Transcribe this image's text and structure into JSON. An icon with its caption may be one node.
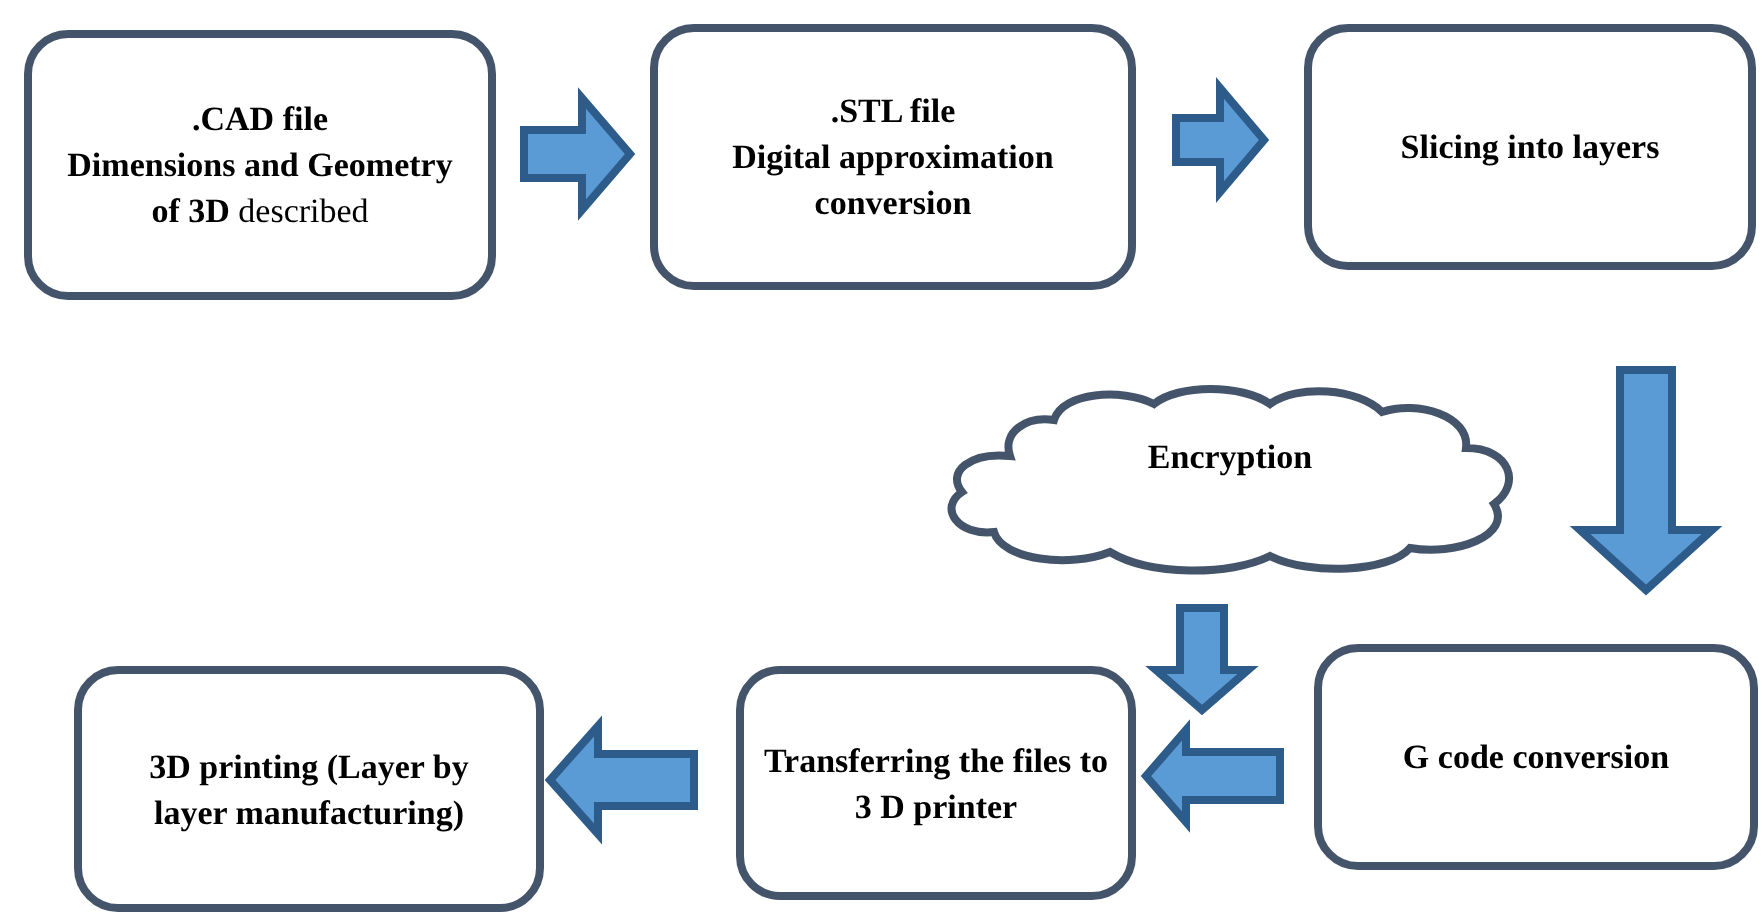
{
  "diagram": {
    "nodes": [
      {
        "text": [
          ".CAD file",
          "**Dimensions and Geometry of 3D** described"
        ]
      },
      {
        "text": [
          ".STL file",
          "Digital approximation conversion"
        ]
      },
      {
        "text": [
          "Slicing into layers"
        ]
      },
      {
        "text": [
          "Encryption"
        ]
      },
      {
        "text": [
          "G code conversion"
        ]
      },
      {
        "text": [
          "Transferring the files to 3 D printer"
        ]
      },
      {
        "text": [
          "3D printing (Layer by layer manufacturing)"
        ]
      }
    ],
    "edges": [
      {
        "from": 0,
        "to": 1,
        "arrow": "to"
      },
      {
        "from": 1,
        "to": 2,
        "arrow": "to"
      },
      {
        "from": 2,
        "to": 4,
        "arrow": "to"
      },
      {
        "from": 3,
        "to": 5,
        "arrow": "to"
      },
      {
        "from": 4,
        "to": 5,
        "arrow": "to"
      },
      {
        "from": 5,
        "to": 6,
        "arrow": "to"
      }
    ]
  }
}
